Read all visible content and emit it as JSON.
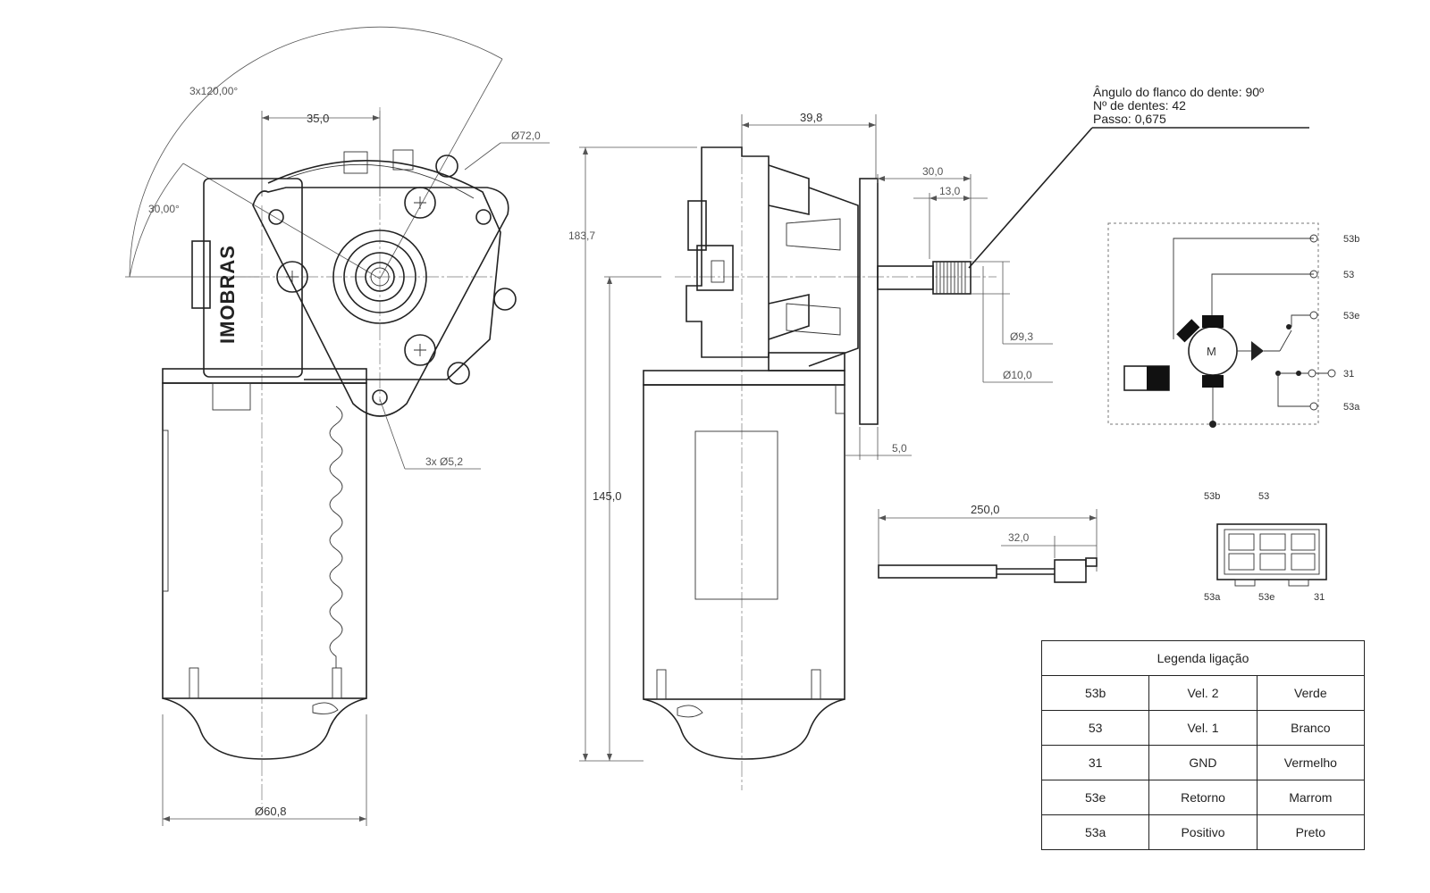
{
  "brand": "IMOBRAS",
  "dimensions": {
    "angle_pattern": "3x120,00°",
    "angle_offset": "30,00°",
    "shaft_offset": "35,0",
    "flange_diameter": "72,0",
    "holes": "3x",
    "hole_diameter": "5,2",
    "body_diameter": "60,8",
    "total_height": "183,7",
    "motor_height": "145,0",
    "gearbox_depth": "39,8",
    "shaft_length": "30,0",
    "spline_length": "13,0",
    "spline_diameter": "9,3",
    "shaft_diameter": "10,0",
    "flange_thickness": "5,0",
    "cable_length": "250,0",
    "connector_length": "32,0"
  },
  "gear_spec": {
    "line1": "Ângulo do flanco do dente: 90º",
    "line2": "Nº de dentes: 42",
    "line3": "Passo: 0,675"
  },
  "schematic": {
    "motor_label": "M",
    "terminals": [
      "53b",
      "53",
      "53e",
      "31",
      "53a"
    ]
  },
  "connector_pinout": {
    "top": [
      "53b",
      "53"
    ],
    "bottom": [
      "53a",
      "53e",
      "31"
    ]
  },
  "legend": {
    "title": "Legenda ligação",
    "rows": [
      {
        "terminal": "53b",
        "function": "Vel. 2",
        "color": "Verde"
      },
      {
        "terminal": "53",
        "function": "Vel. 1",
        "color": "Branco"
      },
      {
        "terminal": "31",
        "function": "GND",
        "color": "Vermelho"
      },
      {
        "terminal": "53e",
        "function": "Retorno",
        "color": "Marrom"
      },
      {
        "terminal": "53a",
        "function": "Positivo",
        "color": "Preto"
      }
    ]
  }
}
